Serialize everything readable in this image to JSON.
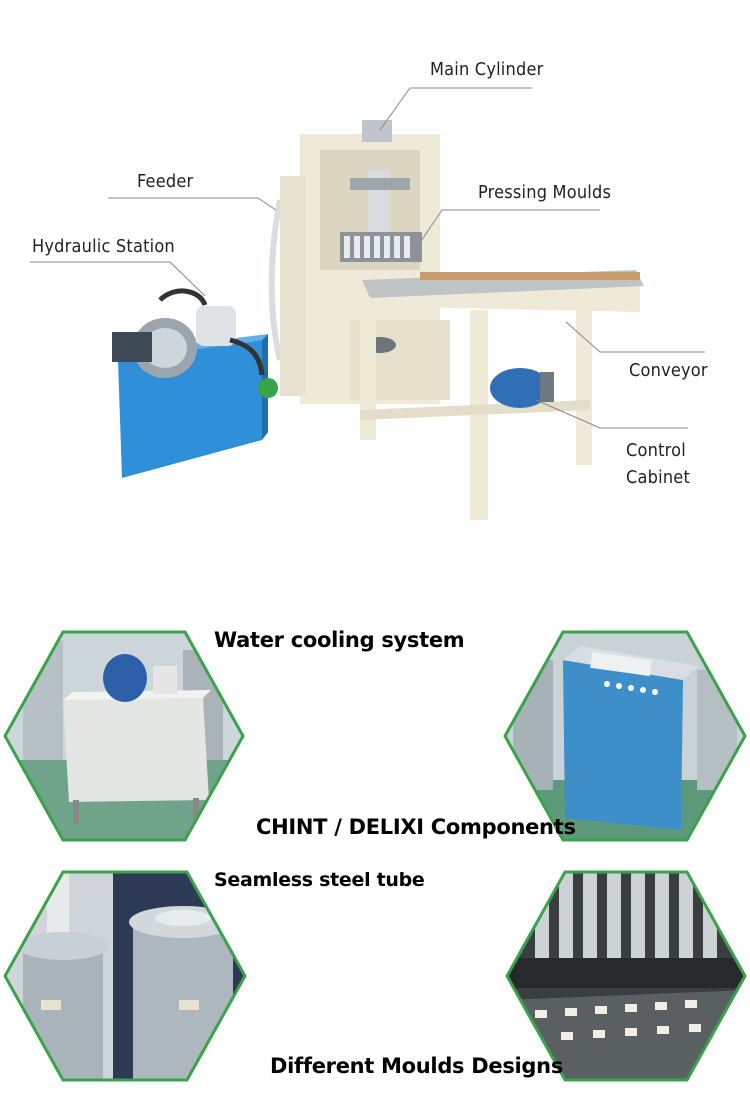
{
  "diagram": {
    "labels": {
      "main_cylinder": "Main Cylinder",
      "feeder": "Feeder",
      "pressing_moulds": "Pressing Moulds",
      "hydraulic_station": "Hydraulic Station",
      "conveyor": "Conveyor",
      "control_cabinet_line1": "Control",
      "control_cabinet_line2": "Cabinet"
    }
  },
  "features": [
    {
      "title": "Water cooling system"
    },
    {
      "title": "CHINT / DELIXI Components"
    },
    {
      "title": "Seamless steel tube"
    },
    {
      "title": "Different Moulds Designs"
    }
  ],
  "colors": {
    "hex_border": "#3aa34a",
    "hydraulic_blue": "#2f8fd8",
    "frame_cream": "#efe9d8"
  }
}
